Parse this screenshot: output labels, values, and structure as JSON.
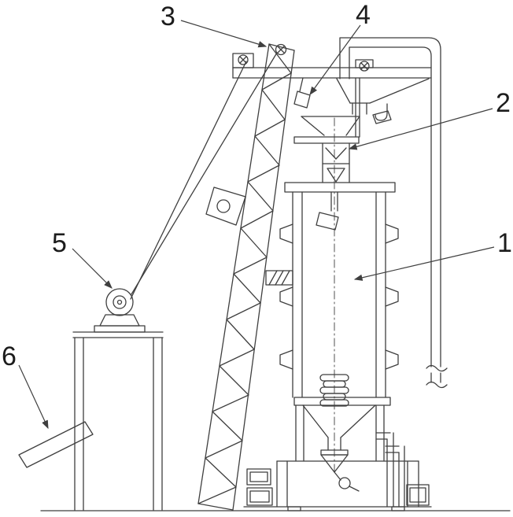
{
  "diagram": {
    "labels": [
      {
        "text": "1"
      },
      {
        "text": "2"
      },
      {
        "text": "3"
      },
      {
        "text": "4"
      },
      {
        "text": "5"
      },
      {
        "text": "6"
      }
    ]
  }
}
